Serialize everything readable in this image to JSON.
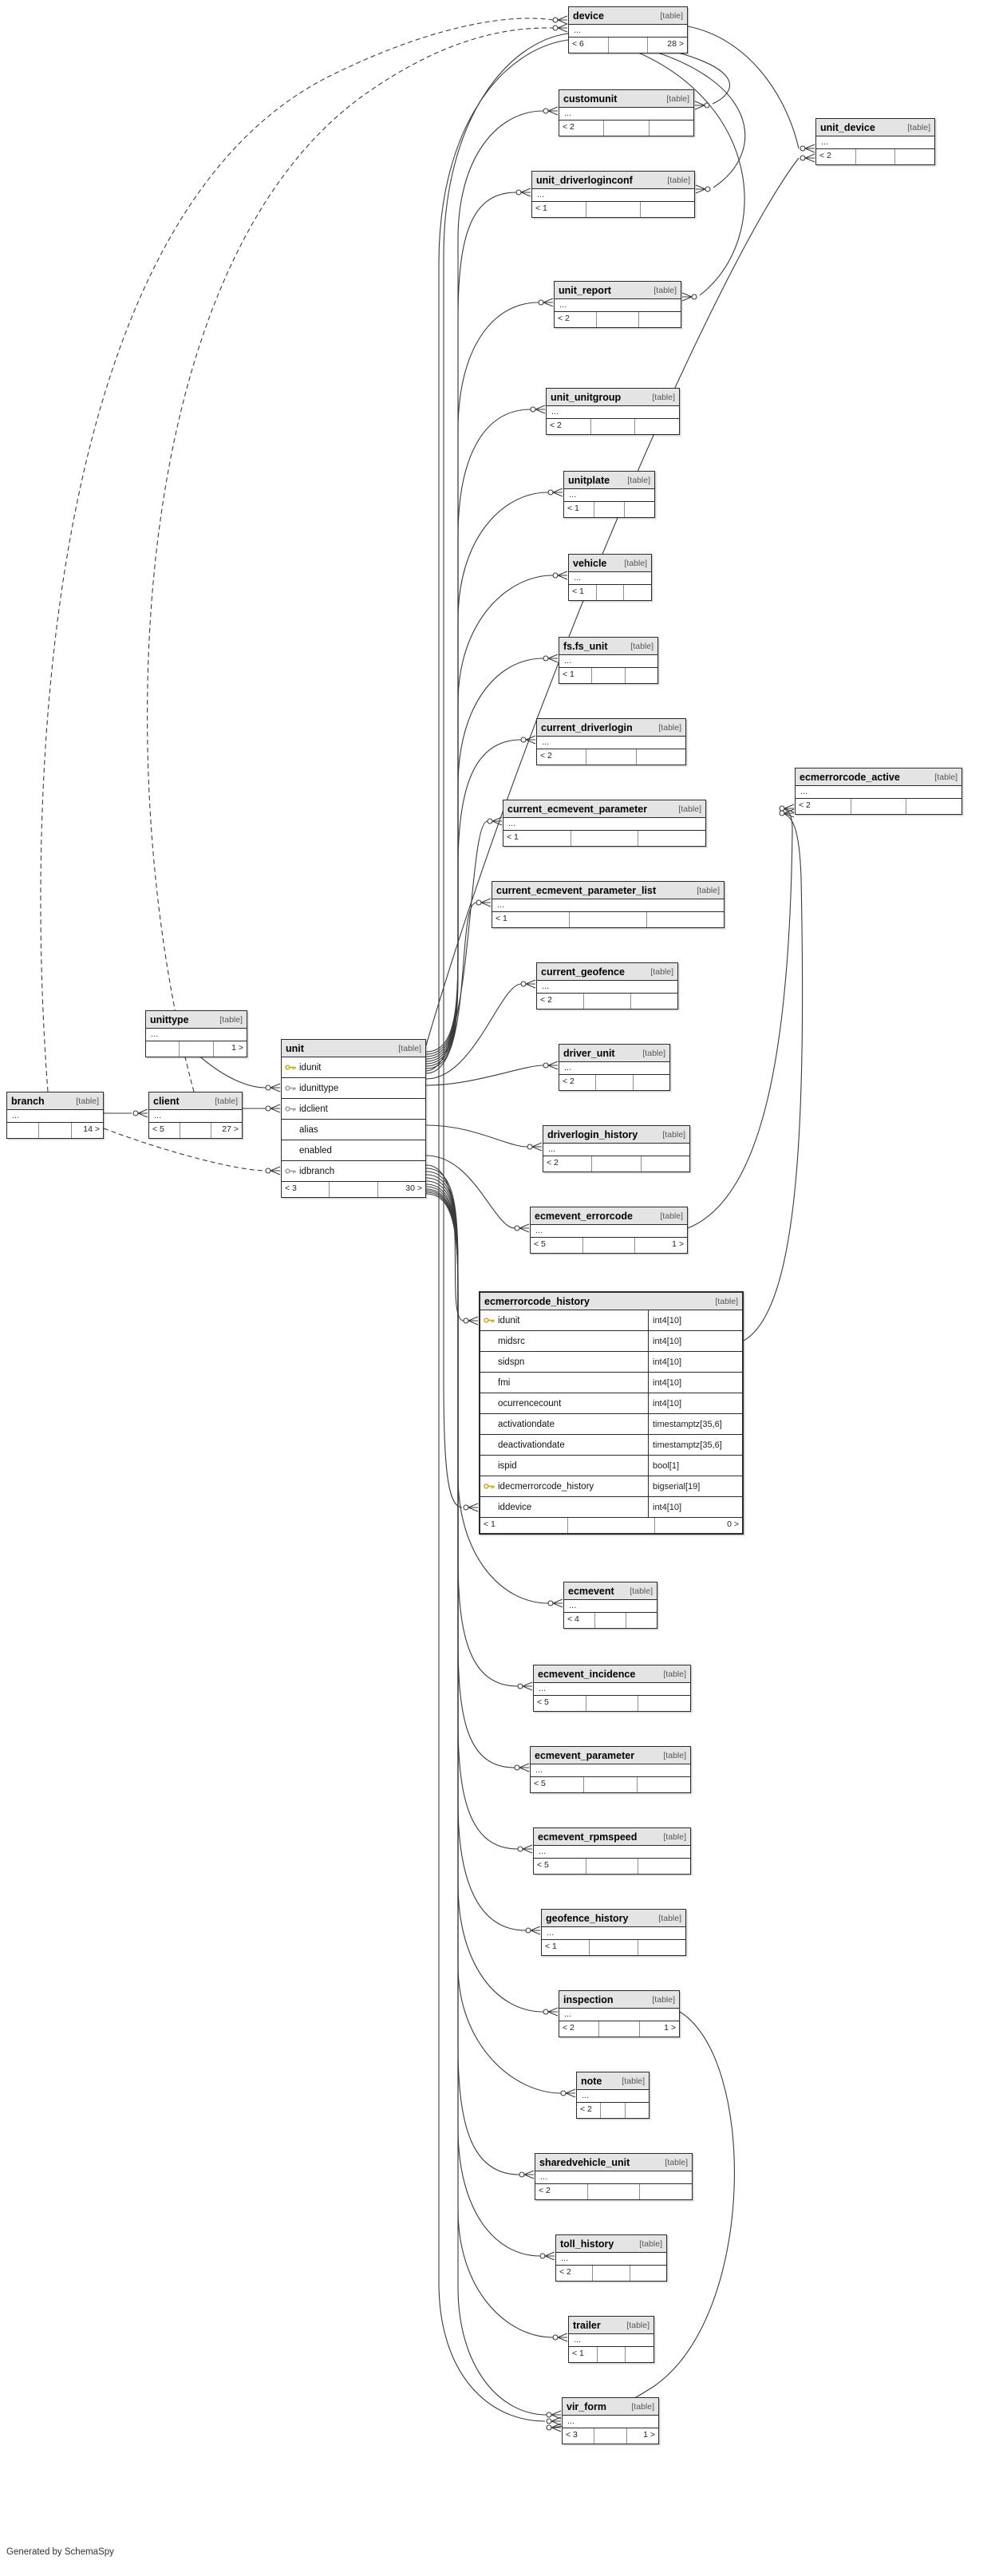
{
  "footer_note": "Generated by SchemaSpy",
  "colors": {
    "header_bg": "#e4e4e4",
    "table_border": "#2b2b2b",
    "primary_key": "#c9a20a",
    "foreign_key": "#979797",
    "wire": "#3b3b3b"
  },
  "tables": {
    "device": {
      "name": "device",
      "tag": "[table]",
      "dots": "...",
      "fl": "< 6",
      "fr": "28 >"
    },
    "customunit": {
      "name": "customunit",
      "tag": "[table]",
      "dots": "...",
      "fl": "< 2",
      "fr": ""
    },
    "unit_driverloginconf": {
      "name": "unit_driverloginconf",
      "tag": "[table]",
      "dots": "...",
      "fl": "< 1",
      "fr": ""
    },
    "unit_device": {
      "name": "unit_device",
      "tag": "[table]",
      "dots": "...",
      "fl": "< 2",
      "fr": ""
    },
    "unit_report": {
      "name": "unit_report",
      "tag": "[table]",
      "dots": "...",
      "fl": "< 2",
      "fr": ""
    },
    "unit_unitgroup": {
      "name": "unit_unitgroup",
      "tag": "[table]",
      "dots": "...",
      "fl": "< 2",
      "fr": ""
    },
    "unitplate": {
      "name": "unitplate",
      "tag": "[table]",
      "dots": "...",
      "fl": "< 1",
      "fr": ""
    },
    "vehicle": {
      "name": "vehicle",
      "tag": "[table]",
      "dots": "...",
      "fl": "< 1",
      "fr": ""
    },
    "fs_fs_unit": {
      "name": "fs.fs_unit",
      "tag": "[table]",
      "dots": "...",
      "fl": "< 1",
      "fr": ""
    },
    "current_driverlogin": {
      "name": "current_driverlogin",
      "tag": "[table]",
      "dots": "...",
      "fl": "< 2",
      "fr": ""
    },
    "current_ecmevent_parameter": {
      "name": "current_ecmevent_parameter",
      "tag": "[table]",
      "dots": "...",
      "fl": "< 1",
      "fr": ""
    },
    "current_ecmevent_parameter_list": {
      "name": "current_ecmevent_parameter_list",
      "tag": "[table]",
      "dots": "...",
      "fl": "< 1",
      "fr": ""
    },
    "ecmerrorcode_active": {
      "name": "ecmerrorcode_active",
      "tag": "[table]",
      "dots": "...",
      "fl": "< 2",
      "fr": ""
    },
    "current_geofence": {
      "name": "current_geofence",
      "tag": "[table]",
      "dots": "...",
      "fl": "< 2",
      "fr": ""
    },
    "driver_unit": {
      "name": "driver_unit",
      "tag": "[table]",
      "dots": "...",
      "fl": "< 2",
      "fr": ""
    },
    "driverlogin_history": {
      "name": "driverlogin_history",
      "tag": "[table]",
      "dots": "...",
      "fl": "< 2",
      "fr": ""
    },
    "ecmevent_errorcode": {
      "name": "ecmevent_errorcode",
      "tag": "[table]",
      "dots": "...",
      "fl": "< 5",
      "fr": "1 >"
    },
    "unittype": {
      "name": "unittype",
      "tag": "[table]",
      "dots": "...",
      "fl": "",
      "fr": "1 >"
    },
    "branch": {
      "name": "branch",
      "tag": "[table]",
      "dots": "...",
      "fl": "",
      "fr": "14 >"
    },
    "client": {
      "name": "client",
      "tag": "[table]",
      "dots": "...",
      "fl": "< 5",
      "fr": "27 >"
    },
    "ecmevent": {
      "name": "ecmevent",
      "tag": "[table]",
      "dots": "...",
      "fl": "< 4",
      "fr": ""
    },
    "ecmevent_incidence": {
      "name": "ecmevent_incidence",
      "tag": "[table]",
      "dots": "...",
      "fl": "< 5",
      "fr": ""
    },
    "ecmevent_parameter": {
      "name": "ecmevent_parameter",
      "tag": "[table]",
      "dots": "...",
      "fl": "< 5",
      "fr": ""
    },
    "ecmevent_rpmspeed": {
      "name": "ecmevent_rpmspeed",
      "tag": "[table]",
      "dots": "...",
      "fl": "< 5",
      "fr": ""
    },
    "geofence_history": {
      "name": "geofence_history",
      "tag": "[table]",
      "dots": "...",
      "fl": "< 1",
      "fr": ""
    },
    "inspection": {
      "name": "inspection",
      "tag": "[table]",
      "dots": "...",
      "fl": "< 2",
      "fr": "1 >"
    },
    "note": {
      "name": "note",
      "tag": "[table]",
      "dots": "...",
      "fl": "< 2",
      "fr": ""
    },
    "sharedvehicle_unit": {
      "name": "sharedvehicle_unit",
      "tag": "[table]",
      "dots": "...",
      "fl": "< 2",
      "fr": ""
    },
    "toll_history": {
      "name": "toll_history",
      "tag": "[table]",
      "dots": "...",
      "fl": "< 2",
      "fr": ""
    },
    "trailer": {
      "name": "trailer",
      "tag": "[table]",
      "dots": "...",
      "fl": "< 1",
      "fr": ""
    },
    "vir_form": {
      "name": "vir_form",
      "tag": "[table]",
      "dots": "...",
      "fl": "< 3",
      "fr": "1 >"
    }
  },
  "unit": {
    "name": "unit",
    "tag": "[table]",
    "fl": "< 3",
    "fr": "30 >",
    "rows": [
      {
        "label": "idunit"
      },
      {
        "label": "idunittype"
      },
      {
        "label": "idclient"
      },
      {
        "label": "alias"
      },
      {
        "label": "enabled"
      },
      {
        "label": "idbranch"
      }
    ]
  },
  "history": {
    "name": "ecmerrorcode_history",
    "tag": "[table]",
    "fl": "< 1",
    "fr": "0 >",
    "rows": [
      {
        "label": "idunit",
        "type": "int4[10]"
      },
      {
        "label": "midsrc",
        "type": "int4[10]"
      },
      {
        "label": "sidspn",
        "type": "int4[10]"
      },
      {
        "label": "fmi",
        "type": "int4[10]"
      },
      {
        "label": "ocurrencecount",
        "type": "int4[10]"
      },
      {
        "label": "activationdate",
        "type": "timestamptz[35,6]"
      },
      {
        "label": "deactivationdate",
        "type": "timestamptz[35,6]"
      },
      {
        "label": "ispid",
        "type": "bool[1]"
      },
      {
        "label": "idecmerrorcode_history",
        "type": "bigserial[19]"
      },
      {
        "label": "iddevice",
        "type": "int4[10]"
      }
    ]
  }
}
